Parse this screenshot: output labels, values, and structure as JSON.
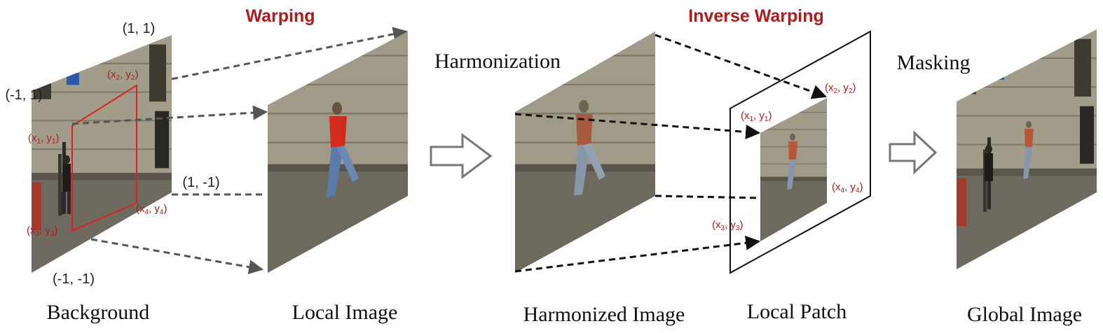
{
  "colors": {
    "accent_red": "#b01c1c",
    "arrow_gray": "#555555",
    "arrow_black": "#111111",
    "frame_black": "#111111",
    "warp_region_red": "#e02020"
  },
  "headings": {
    "warping": "Warping",
    "inverse_warping": "Inverse Warping"
  },
  "steps": {
    "harmonization": "Harmonization",
    "masking": "Masking"
  },
  "captions": {
    "background": "Background",
    "local_image": "Local Image",
    "harmonized_image": "Harmonized Image",
    "local_patch": "Local Patch",
    "global_image": "Global Image"
  },
  "corners": {
    "top_right": "(1, 1)",
    "top_left": "(-1, 1)",
    "bottom_right": "(1, -1)",
    "bottom_left": "(-1, -1)"
  },
  "points": {
    "p1": {
      "base": "(x",
      "sub": "1",
      "mid": ", y",
      "sub2": "1",
      "end": ")"
    },
    "p2": {
      "base": "(x",
      "sub": "2",
      "mid": ", y",
      "sub2": "2",
      "end": ")"
    },
    "p3": {
      "base": "(x",
      "sub": "3",
      "mid": ", y",
      "sub2": "3",
      "end": ")"
    },
    "p4": {
      "base": "(x",
      "sub": "4",
      "mid": ", y",
      "sub2": "4",
      "end": ")"
    }
  },
  "icons": {
    "process_arrow": "hollow-right-arrow-icon"
  }
}
